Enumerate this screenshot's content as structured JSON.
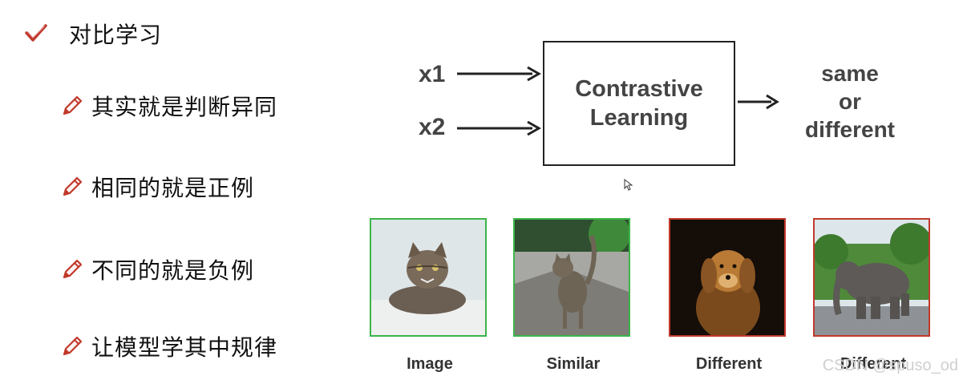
{
  "slide": {
    "title": "对比学习",
    "bullets": [
      "其实就是判断异同",
      "相同的就是正例",
      "不同的就是负例",
      "让模型学其中规律"
    ]
  },
  "diagram": {
    "inputs": [
      "x1",
      "x2"
    ],
    "box_line1": "Contrastive",
    "box_line2": "Learning",
    "output_line1": "same",
    "output_line2": "or",
    "output_line3": "different"
  },
  "images": [
    {
      "caption": "Image",
      "border_color": "#3cb54a",
      "subject": "cat-photo"
    },
    {
      "caption": "Similar",
      "border_color": "#3cb54a",
      "subject": "cat-photo"
    },
    {
      "caption": "Different",
      "border_color": "#c0392b",
      "subject": "dog-photo"
    },
    {
      "caption": "Different",
      "border_color": "#c0392b",
      "subject": "elephant-photo"
    }
  ],
  "watermark": "CSDN @spuso_od",
  "colors": {
    "check_icon": "#c0392b",
    "pencil_icon": "#c0392b",
    "positive_border": "#3cb54a",
    "negative_border": "#c0392b"
  }
}
